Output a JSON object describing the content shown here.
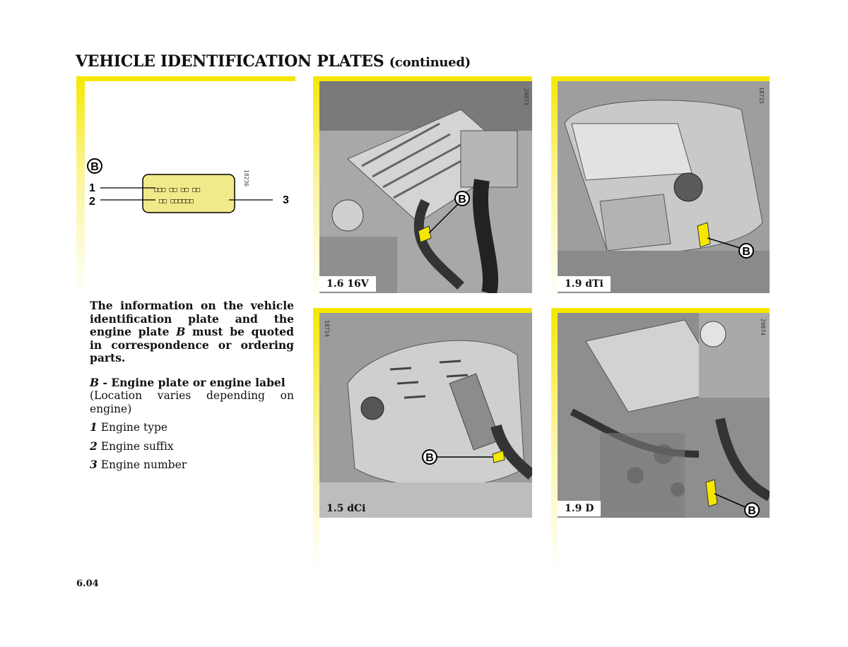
{
  "header": {
    "title": "VEHICLE IDENTIFICATION PLATES",
    "continued": "(continued)"
  },
  "diagram": {
    "plate_letter": "B",
    "line1_code": "□□□ □□ □□ □□",
    "line2_code": "□□ □□□□□□",
    "callouts": [
      "1",
      "2",
      "3"
    ],
    "ref_code": "18236"
  },
  "text": {
    "intro": "The information on the vehicle identification plate and the engine plate B must be quoted in correspondence or ordering parts.",
    "intro_parts": {
      "before": "The information on the vehicle identification plate and the engine plate",
      "em": "B",
      "after": "must be quoted in correspondence or ordering parts."
    },
    "definition": {
      "letter": "B",
      "label": "- Engine plate or engine label",
      "note": "(Location varies depending on engine)"
    },
    "items": [
      {
        "num": "1",
        "label": "Engine type"
      },
      {
        "num": "2",
        "label": "Engine suffix"
      },
      {
        "num": "3",
        "label": "Engine number"
      }
    ]
  },
  "photos": [
    {
      "label": "1.6 16V",
      "callout": "B",
      "ref_code": "29873"
    },
    {
      "label": "1.9 dTi",
      "callout": "B",
      "ref_code": "18715"
    },
    {
      "label": "1.5 dCi",
      "callout": "B",
      "ref_code": "18714"
    },
    {
      "label": "1.9 D",
      "callout": "B",
      "ref_code": "29874"
    }
  ],
  "footer": {
    "page_number": "6.04"
  },
  "colors": {
    "accent_yellow": "#f5e800",
    "plate_fill": "#f2ea8a",
    "engine_grey": "#bfbfbf"
  }
}
